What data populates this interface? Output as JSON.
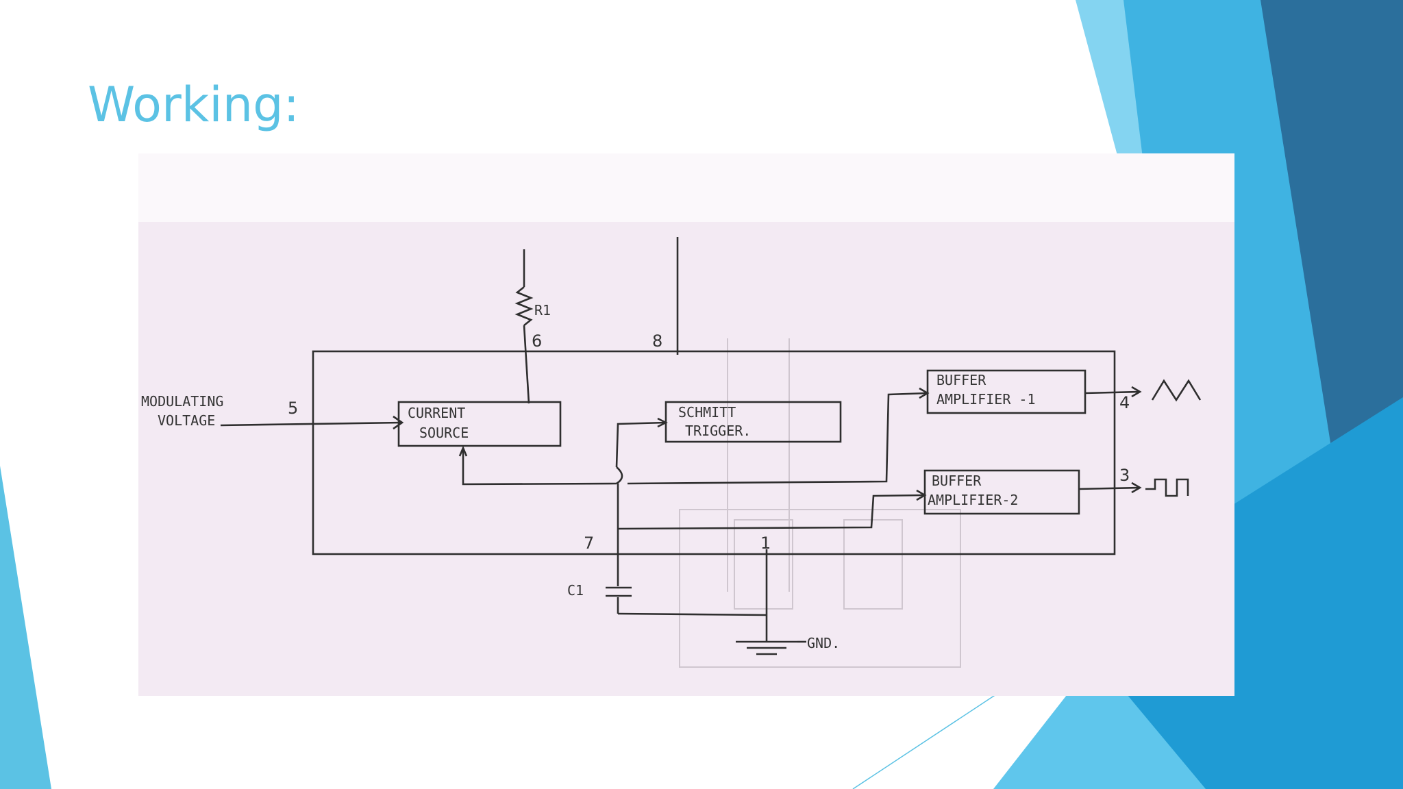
{
  "slide": {
    "title": "Working:"
  },
  "diagram": {
    "blocks": {
      "current_source": [
        "CURRENT",
        "SOURCE"
      ],
      "schmitt_trigger": [
        "SCHMITT",
        "TRIGGER."
      ],
      "buffer_1": [
        "BUFFER",
        "AMPLIFIER -1"
      ],
      "buffer_2": [
        "BUFFER",
        "AMPLIFIER-2"
      ]
    },
    "input_label": [
      "MODULATING",
      "VOLTAGE"
    ],
    "components": {
      "resistor": "R1",
      "capacitor": "C1",
      "ground": "GND."
    },
    "pins": {
      "p1": "1",
      "p3": "3",
      "p4": "4",
      "p5": "5",
      "p6": "6",
      "p7": "7",
      "p8": "8"
    }
  },
  "colors": {
    "title": "#5bc2e4",
    "paper": "#f3eaf3",
    "ink": "#2e2e2e",
    "accent_light": "#7fd2ef",
    "accent_mid": "#2aa8da",
    "accent_dark": "#2b6f9c"
  }
}
